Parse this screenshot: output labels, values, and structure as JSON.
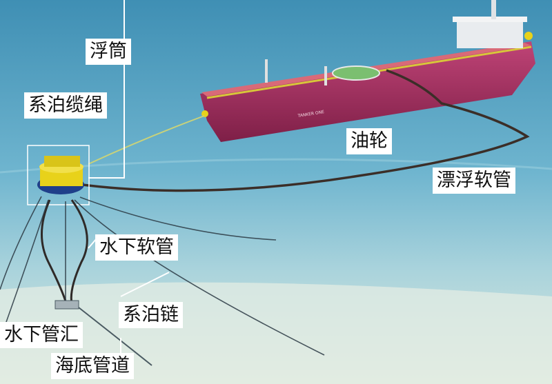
{
  "labels": {
    "buoy": "浮筒",
    "mooring_hawser": "系泊缆绳",
    "tanker": "油轮",
    "floating_hose": "漂浮软管",
    "underwater_hose": "水下软管",
    "mooring_chain": "系泊链",
    "plem": "水下管汇",
    "subsea_pipeline": "海底管道"
  },
  "ship_name": "TANKER ONE",
  "colors": {
    "sea_top": "#5aa6c4",
    "sea_mid": "#7dbdd2",
    "seabed": "#d9e6dc",
    "hull": "#b8386a",
    "hull_dark": "#8e2550",
    "deck": "#d96a78",
    "deck_rail": "#d8c63a",
    "superstructure": "#e9ecef",
    "buoy_yellow": "#e8d21a",
    "buoy_blue": "#1f3f8a",
    "hose": "#3b2e28",
    "chain": "#2c3a44"
  }
}
